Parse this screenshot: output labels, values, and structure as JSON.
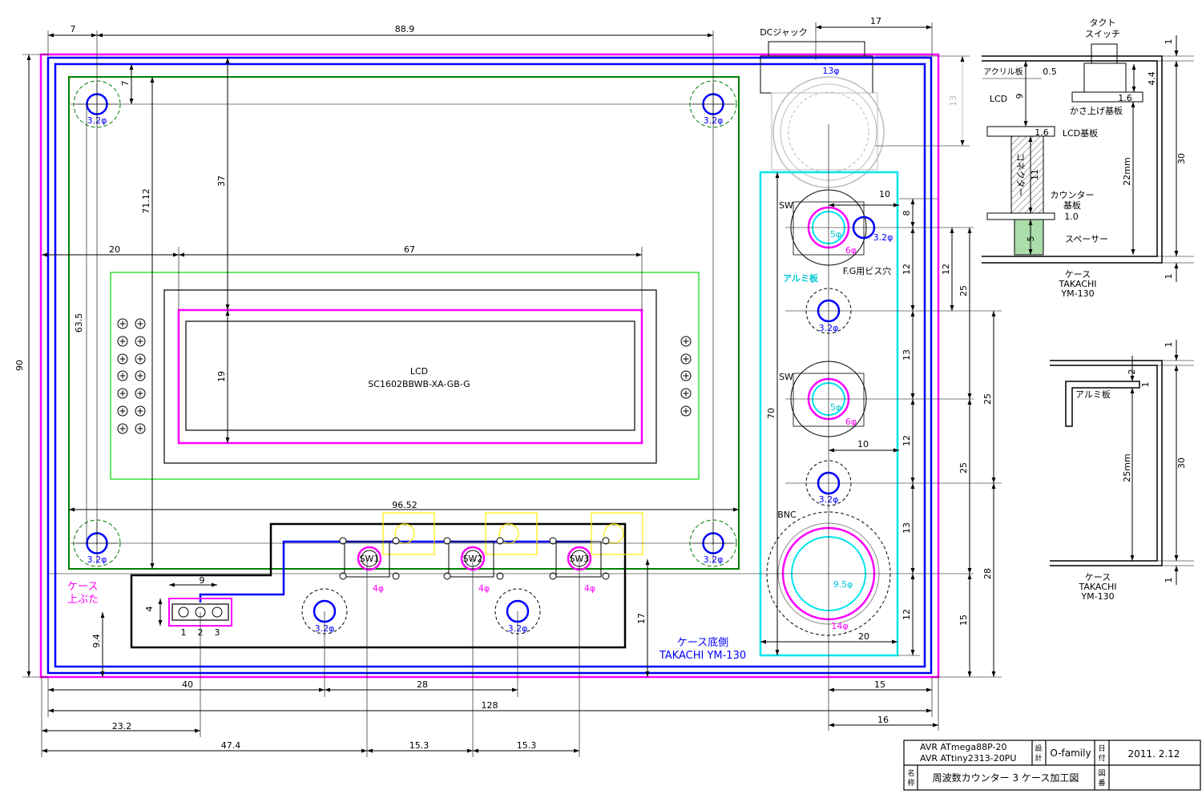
{
  "colors": {
    "case": "#ff00ff",
    "inner": "#0000ff",
    "lcd_board": "#008000",
    "lcd_outline": "#00dd00",
    "alu": "#00e5ee",
    "sw_ghost": "#ffee00",
    "ghost": "#bbbbbb"
  },
  "top_dims": {
    "left_margin": "7",
    "hole_span": "88.9",
    "dc_span": "17"
  },
  "hole_label": "3.2φ",
  "vert_dims": {
    "case_height": "90",
    "hole_top": "7",
    "v63": "63.5",
    "v71": "71.12",
    "lcd_top": "37",
    "lcd_window": "19",
    "sw_row": "9.4",
    "conn_offset": "17",
    "conn_h": "4"
  },
  "lcd": {
    "name": "LCD",
    "model": "SC1602BBWB-XA-GB-G",
    "left_offset": "20",
    "window_width": "67",
    "board_width": "96.52"
  },
  "connector": {
    "pin_pitch": "9",
    "pins": [
      "1",
      "2",
      "3"
    ]
  },
  "switches": [
    {
      "label": "SW1",
      "hole": "4φ"
    },
    {
      "label": "SW2",
      "hole": "4φ"
    },
    {
      "label": "SW3",
      "hole": "4φ"
    }
  ],
  "labels": {
    "case_lid": "ケース\n上ぶた",
    "case_bottom": "ケース底側",
    "case_model": "TAKACHI YM-130",
    "dc_jack": "DCジャック",
    "dc_hole": "13φ",
    "alu_plate": "アルミ板",
    "sw": "SW",
    "sw_inner": "5φ",
    "sw_outer": "6φ",
    "fg_hole": "F.G用ビス穴",
    "bnc": "BNC",
    "bnc_inner": "9.5φ",
    "bnc_outer": "14φ"
  },
  "right_panel_dims": {
    "dc_h": "13",
    "sw_x": "10",
    "v8": "8",
    "v12a": "12",
    "v13a": "13",
    "v12b": "12",
    "v13b": "13",
    "v12c": "12",
    "alu_h": "70",
    "alu_w": "20",
    "d12": "12",
    "d25a": "25",
    "d25b": "25",
    "d25c": "25",
    "d28": "28",
    "d15v": "15"
  },
  "bottom_dims": {
    "b40": "40",
    "b28": "28",
    "b128": "128",
    "b15": "15",
    "b16": "16",
    "b23": "23.2",
    "b47": "47.4",
    "b153a": "15.3",
    "b153b": "15.3"
  },
  "side1": {
    "title": "タクト\nスイッチ",
    "acrylic": "アクリル板",
    "t05": "0.5",
    "t44": "4.4",
    "t16a": "1.6",
    "lcd": "LCD",
    "t9": "9",
    "raise_board": "かさ上げ基板",
    "t16b": "1.6",
    "lcd_board": "LCD基板",
    "connector": "コネクター",
    "t11": "11",
    "t22": "22mm",
    "counter_board": "カウンター\n基板",
    "t10": "1.0",
    "t5": "5",
    "spacer": "スペーサー",
    "t30": "30",
    "t1a": "1",
    "t1b": "1",
    "case": "ケース",
    "maker": "TAKACHI",
    "model": "YM-130"
  },
  "side2": {
    "alu": "アルミ板",
    "t2": "2",
    "t1c": "1",
    "t25": "25mm",
    "t30": "30",
    "t1a": "1",
    "t1b": "1",
    "case": "ケース",
    "maker": "TAKACHI",
    "model": "YM-130"
  },
  "title_block": {
    "mcu1": "AVR ATmega88P-20",
    "mcu2": "AVR ATtiny2313-20PU",
    "designer_label": "設\n計",
    "designer": "O-family",
    "date_label": "日\n付",
    "date": "2011. 2.12",
    "name_label": "名\n称",
    "name": "周波数カウンター 3 ケース加工図",
    "drawing_label": "図\n番"
  }
}
